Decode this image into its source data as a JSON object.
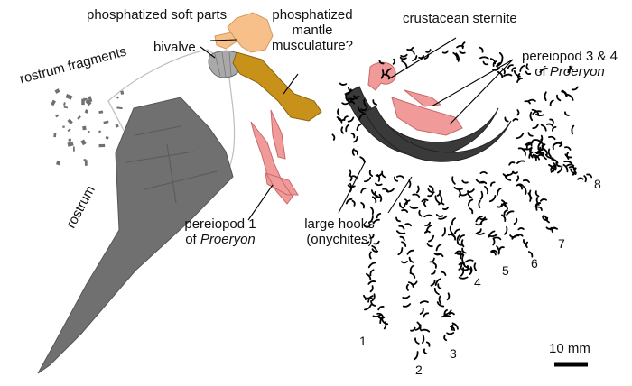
{
  "labels": {
    "soft_parts": "phosphatized soft parts",
    "mantle_line1": "phosphatized",
    "mantle_line2": "mantle",
    "mantle_line3": "musculature?",
    "bivalve": "bivalve",
    "rostrum_fragments": "rostrum fragments",
    "rostrum": "rostrum",
    "crustacean_sternite": "crustacean sternite",
    "pereiopod34_line1": "pereiopod 3 & 4",
    "pereiopod34_prefix": "of",
    "pereiopod34_taxon": "Proeryon",
    "pereiopod1_line1": "pereiopod 1",
    "pereiopod1_prefix": "of",
    "pereiopod1_taxon": "Proeryon",
    "hooks_line1": "large hooks",
    "hooks_line2": "(onychites)",
    "arm_numbers": [
      "1",
      "2",
      "3",
      "4",
      "5",
      "6",
      "7",
      "8"
    ],
    "scale_bar": "10 mm"
  },
  "colors": {
    "rostrum": "#707070",
    "rostrum_outline": "#bdbdbd",
    "soft_parts": "#f7c08a",
    "mantle": "#c8911a",
    "pereiopod": "#f09a9a",
    "hooks": "#3a3a3a",
    "bivalve": "#a9a9a9",
    "ink": "#000000"
  }
}
